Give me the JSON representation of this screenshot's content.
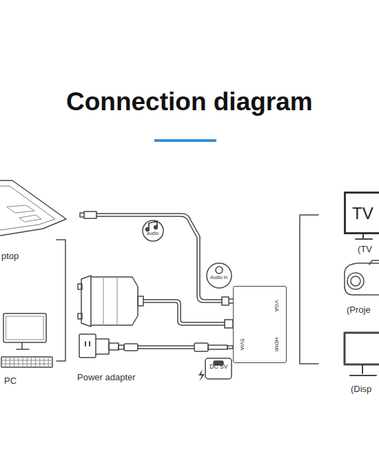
{
  "diagram": {
    "title": "Connection diagram",
    "nodes": [
      {
        "text": [
          "VGA",
          "HDMI",
          "5V/A"
        ]
      },
      {
        "text": [
          "TV"
        ]
      }
    ],
    "labels": [
      "ptop",
      "PC",
      "Power adapter",
      "audio",
      "Audio in",
      "DC 5V",
      "(TV",
      "(Proje",
      "(Disp"
    ]
  }
}
